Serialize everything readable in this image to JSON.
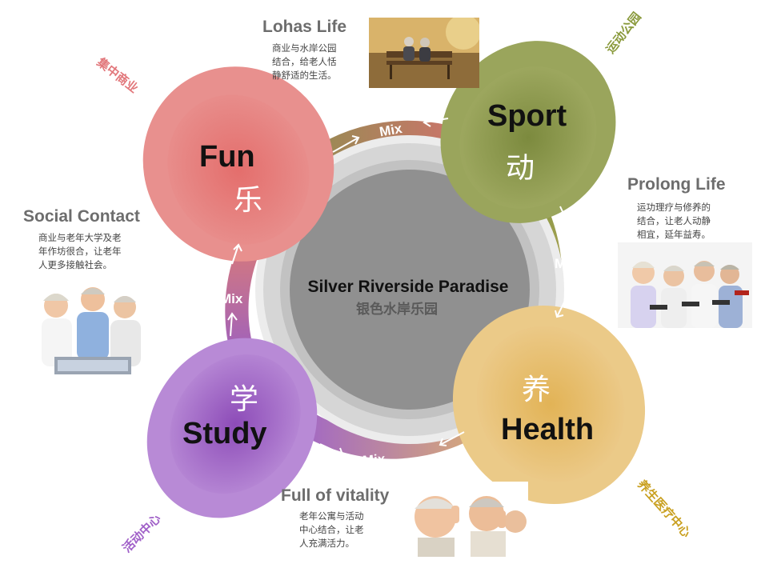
{
  "center": {
    "title": "Silver Riverside Paradise",
    "subtitle": "银色水岸乐园"
  },
  "petals": {
    "fun": {
      "en": "Fun",
      "zh": "乐"
    },
    "sport": {
      "en": "Sport",
      "zh": "动"
    },
    "health": {
      "en": "Health",
      "zh": "养"
    },
    "study": {
      "en": "Study",
      "zh": "学"
    }
  },
  "mix_label": "Mix",
  "corner_tags": {
    "fun": "集中商业",
    "sport": "运动公园",
    "health": "养生医疗中心",
    "study": "活动中心"
  },
  "side_panels": {
    "lohas": {
      "title": "Lohas Life",
      "lines": [
        "商业与水岸公园",
        "结合，给老人恬",
        "静舒适的生活。"
      ]
    },
    "prolong": {
      "title": "Prolong Life",
      "lines": [
        "运功理疗与修养的",
        "结合，让老人动静",
        "相宜，延年益寿。"
      ]
    },
    "social": {
      "title": "Social Contact",
      "lines": [
        "商业与老年大学及老",
        "年作坊很合，让老年",
        "人更多接触社会。"
      ]
    },
    "vitality": {
      "title": "Full of vitality",
      "lines": [
        "老年公寓与活动",
        "中心结合，让老",
        "人充满活力。"
      ]
    }
  },
  "colors": {
    "fun": "#e07a78",
    "sport": "#8f9c4f",
    "health": "#e3bd6c",
    "study": "#9b5fc0",
    "center_gray": "#8f8f8f",
    "ring_light": "#dcdcdc",
    "tag_fun": "#e2787c",
    "tag_sport": "#8a9a3c",
    "tag_health": "#c9a020",
    "tag_study": "#a060c8"
  },
  "photos": [
    "park-bench-couple-photo",
    "seniors-dumbbells-photo",
    "seniors-laptop-photo",
    "seniors-thumbs-up-photo"
  ]
}
